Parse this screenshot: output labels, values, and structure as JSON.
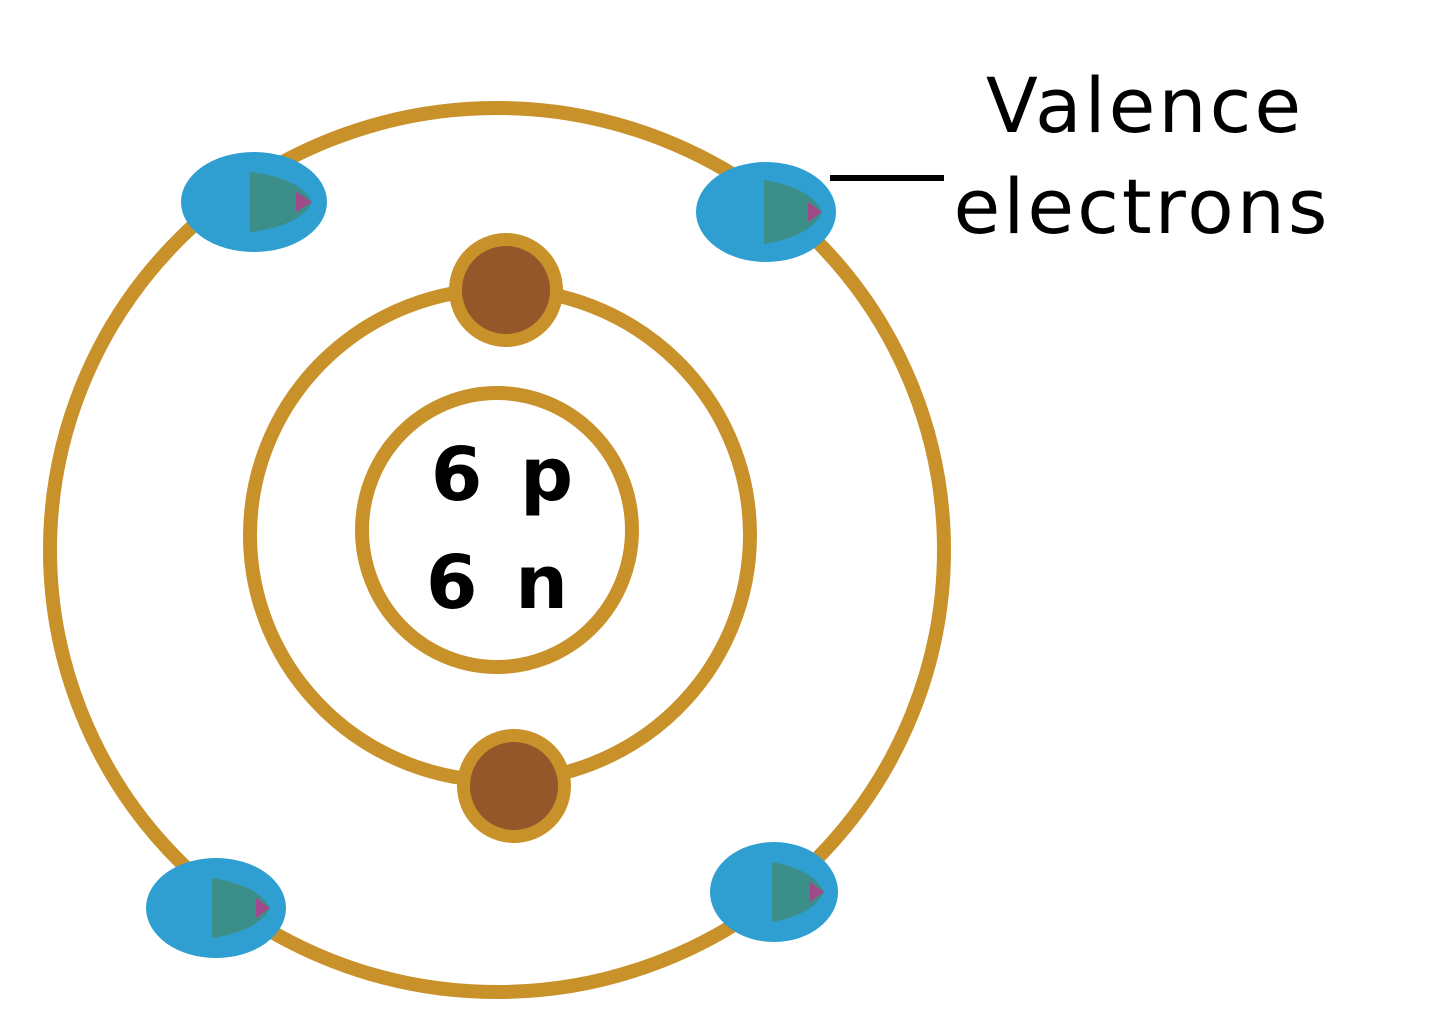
{
  "diagram": {
    "nucleus": {
      "protons": "6 p",
      "neutrons": "6 n"
    },
    "label": {
      "line1": "Valence",
      "line2": "electrons"
    },
    "shells": [
      {
        "name": "nucleus-boundary",
        "electrons": 0
      },
      {
        "name": "inner-shell",
        "electrons": 2
      },
      {
        "name": "outer-shell",
        "electrons": 4
      }
    ],
    "colors": {
      "orbit": "#c8912a",
      "inner_electron": "#93572a",
      "valence_electron": "#2e9fd0",
      "valence_electron_core": "#3c8f88",
      "label_line": "#000000"
    }
  }
}
